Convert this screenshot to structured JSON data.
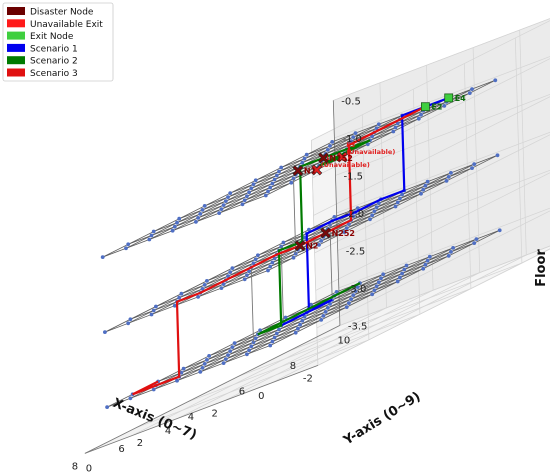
{
  "chart_data": {
    "type": "scatter",
    "subtype": "3d-grid-evacuation",
    "legend": [
      {
        "label": "Disaster Node",
        "color": "#6b0000",
        "style": "patch"
      },
      {
        "label": "Unavailable Exit",
        "color": "#ff1a1a",
        "style": "patch"
      },
      {
        "label": "Exit Node",
        "color": "#3fcf3f",
        "style": "patch"
      },
      {
        "label": "Scenario 1",
        "color": "#0000ee",
        "style": "patch"
      },
      {
        "label": "Scenario 2",
        "color": "#007a00",
        "style": "patch"
      },
      {
        "label": "Scenario 3",
        "color": "#e01010",
        "style": "patch"
      }
    ],
    "legend_position": "top-left",
    "xlabel": "X-axis (0~7)",
    "ylabel": "Y-axis (0~9)",
    "zlabel": "Floor",
    "xlim": [
      -2,
      8
    ],
    "ylim": [
      0,
      10
    ],
    "zlim": [
      -3.5,
      -0.5
    ],
    "x_ticks": [
      "-2",
      "0",
      "2",
      "4",
      "6",
      "8"
    ],
    "y_ticks": [
      "0",
      "2",
      "4",
      "6",
      "8",
      "10"
    ],
    "z_ticks": [
      "-0.5",
      "-1.0",
      "-1.5",
      "-2.0",
      "-2.5",
      "-3.0",
      "-3.5"
    ],
    "floors": [
      -1,
      -2,
      -3
    ],
    "grid": true,
    "grid_nodes": {
      "x": [
        0,
        1,
        2,
        3,
        4,
        5,
        6,
        7
      ],
      "y": [
        0,
        1,
        2,
        3,
        4,
        5,
        6,
        7,
        8,
        9
      ]
    },
    "disaster_nodes": [
      {
        "label": "N152",
        "x": 3,
        "y": 5,
        "z": -1
      },
      {
        "label": "N1",
        "x": 3,
        "y": 4,
        "z": -1
      },
      {
        "label": "N252",
        "x": 3,
        "y": 5,
        "z": -2
      },
      {
        "label": "N2",
        "x": 3,
        "y": 4,
        "z": -2
      }
    ],
    "unavailable_exits": [
      {
        "label": "E1",
        "sublabel": "(Unavailable)",
        "x": 0,
        "y": 2,
        "z": -1
      },
      {
        "label": "E3",
        "sublabel": "(Unavailable)",
        "x": 0,
        "y": 3,
        "z": -1
      }
    ],
    "exit_nodes": [
      {
        "label": "E2",
        "x": 3,
        "y": 9,
        "z": -1
      },
      {
        "label": "E4",
        "x": 2,
        "y": 9,
        "z": -1
      }
    ],
    "scenarios": [
      {
        "name": "Scenario 1",
        "color": "#0000ee",
        "path": [
          [
            5,
            5,
            -3
          ],
          [
            5,
            7,
            -3
          ],
          [
            6,
            7,
            -3
          ],
          [
            6,
            7,
            -2
          ],
          [
            6,
            8,
            -2
          ],
          [
            5,
            8,
            -2
          ],
          [
            5,
            9,
            -2
          ],
          [
            4,
            9,
            -2
          ],
          [
            4,
            9,
            -1
          ],
          [
            3,
            9,
            -1
          ],
          [
            2,
            9,
            -1
          ]
        ]
      },
      {
        "name": "Scenario 2",
        "color": "#007a00",
        "path": [
          [
            6,
            9,
            -3
          ],
          [
            6,
            5,
            -3
          ],
          [
            5,
            5,
            -3
          ],
          [
            5,
            5,
            -2
          ],
          [
            4,
            5,
            -2
          ],
          [
            4,
            5,
            -1
          ],
          [
            2,
            5,
            -1
          ],
          [
            1,
            5,
            -1
          ],
          [
            1,
            3,
            -1
          ],
          [
            0,
            3,
            -1
          ]
        ]
      },
      {
        "name": "Scenario 3",
        "color": "#e01010",
        "path": [
          [
            7,
            2,
            -3
          ],
          [
            7,
            1,
            -3
          ],
          [
            5,
            1,
            -3
          ],
          [
            5,
            1,
            -2
          ],
          [
            4,
            1,
            -2
          ],
          [
            4,
            4,
            -2
          ],
          [
            3,
            4,
            -2
          ],
          [
            3,
            6,
            -2
          ],
          [
            3,
            6,
            -1
          ],
          [
            3,
            8,
            -1
          ],
          [
            3,
            9,
            -1
          ]
        ]
      }
    ],
    "connector_lines": [
      [
        [
          1,
          2,
          -1
        ],
        [
          1,
          2,
          -2
        ]
      ],
      [
        [
          4,
          3,
          -2
        ],
        [
          4,
          3,
          -3
        ]
      ],
      [
        [
          5,
          7,
          -2
        ],
        [
          5,
          7,
          -3
        ]
      ],
      [
        [
          6,
          6,
          -2
        ],
        [
          6,
          6,
          -3
        ]
      ]
    ]
  }
}
